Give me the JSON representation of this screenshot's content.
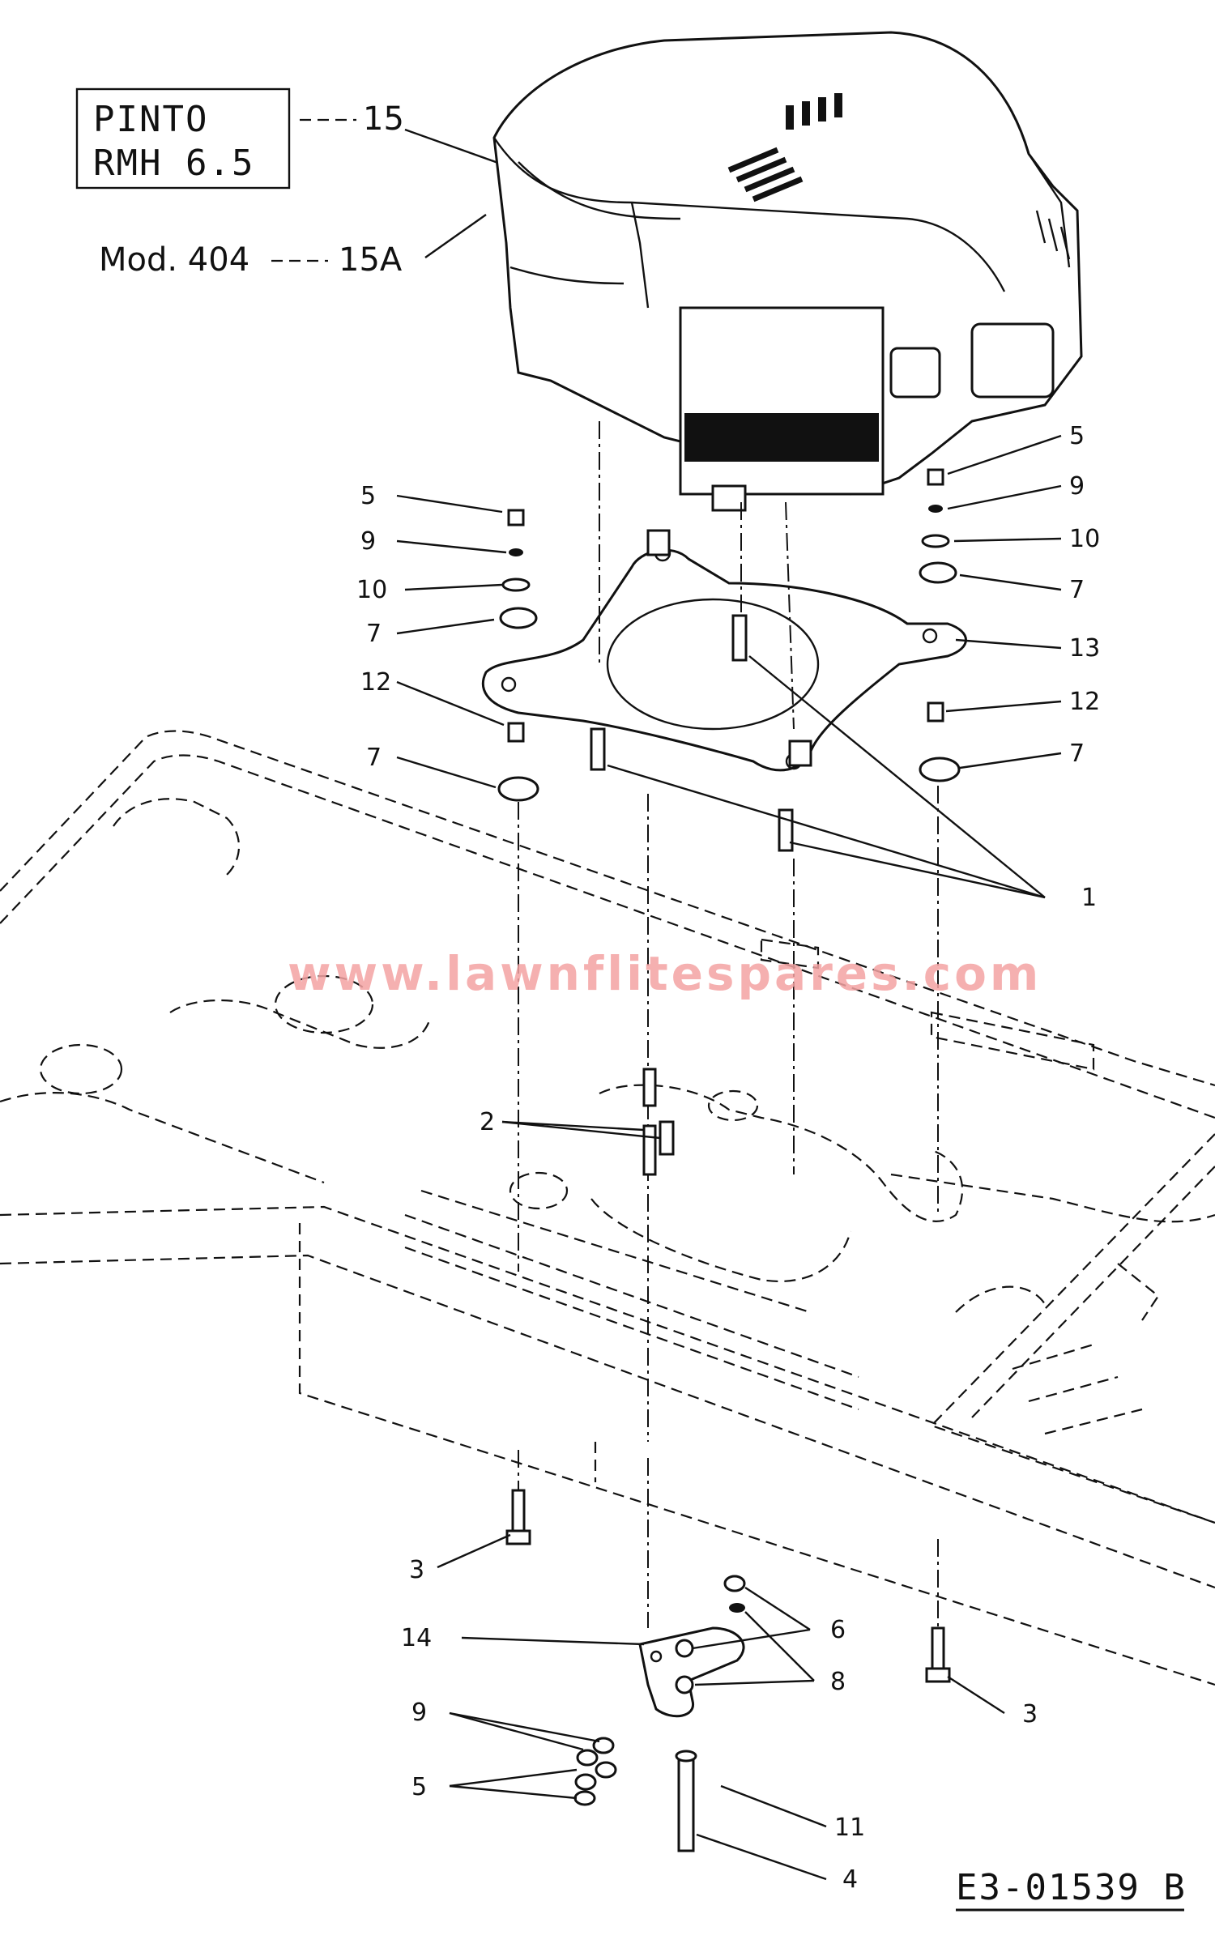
{
  "model_box": {
    "line1": "PINTO",
    "line2": "RMH 6.5"
  },
  "model_404": "Mod. 404",
  "drawing_code": "E3-01539 B",
  "watermark": "www.lawnflitespares.com",
  "callouts": {
    "c15": "15",
    "c15a": "15A",
    "c5_left": "5",
    "c9_left": "9",
    "c10_left": "10",
    "c7_left": "7",
    "c12_left": "12",
    "c7_left_low": "7",
    "c5_right": "5",
    "c9_right": "9",
    "c10_right": "10",
    "c7_right": "7",
    "c13": "13",
    "c12_right": "12",
    "c7_right_low": "7",
    "c1": "1",
    "c2": "2",
    "c3_left": "3",
    "c3_right": "3",
    "c6": "6",
    "c8": "8",
    "c14": "14",
    "c9_bottom": "9",
    "c5_bottom": "5",
    "c11": "11",
    "c4": "4"
  }
}
